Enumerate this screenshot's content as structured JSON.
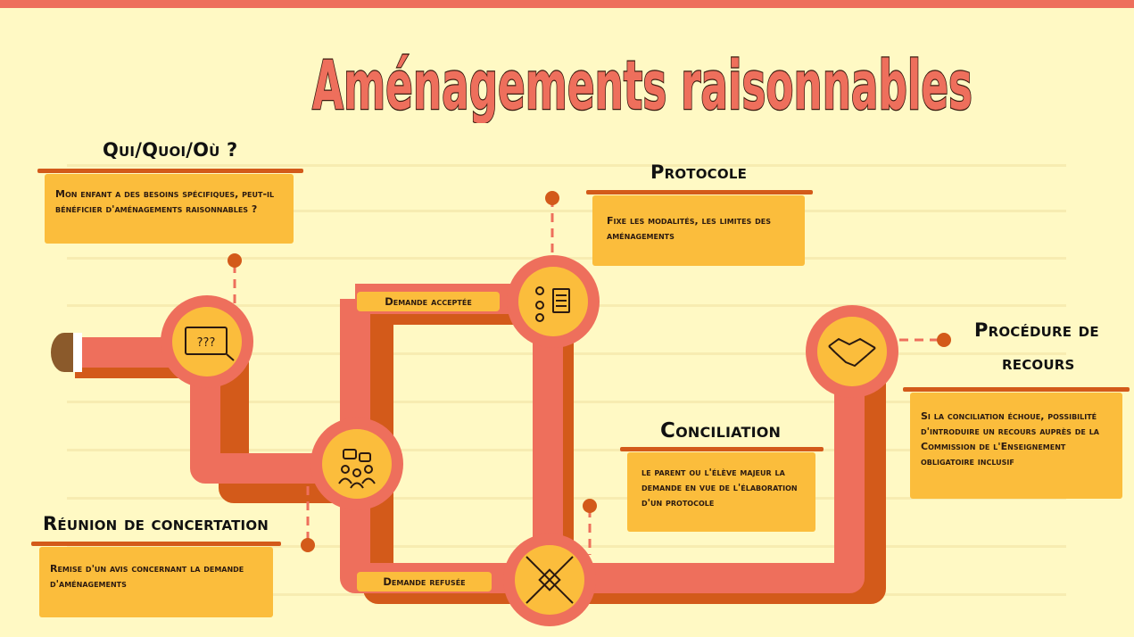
{
  "title": "Aménagements raisonnables",
  "nodes": {
    "qui": {
      "heading": "Qui/Quoi/Où ?",
      "text": "Mon enfant a des besoins spécifiques, peut-il bénéficier d'aménagements raisonnables ?",
      "icon": "question-board-icon"
    },
    "reunion": {
      "heading": "Réunion de concertation",
      "text": "Remise d'un avis concernant la demande d'aménagements",
      "icon": "meeting-people-icon"
    },
    "protocole": {
      "heading": "Protocole",
      "text": "Fixe les modalités, les limites des aménagements",
      "icon": "protocol-document-icon"
    },
    "conciliation": {
      "heading": "Conciliation",
      "text": "le parent ou l'élève majeur la demande en vue de l'élaboration d'un protocole",
      "icon": "crossroads-icon"
    },
    "recours": {
      "heading_line1": "Procédure de",
      "heading_line2": "recours",
      "text": "Si la conciliation échoue, possibilité d'introduire un recours auprès de la Commission de l'Enseignement obligatoire inclusif",
      "icon": "handshake-icon"
    }
  },
  "labels": {
    "accepted": "Demande acceptée",
    "refused": "Demande refusée"
  },
  "colors": {
    "background": "#fff9c4",
    "path": "#ee6f5c",
    "path_shadow": "#d35a1a",
    "box": "#fbbd3c",
    "title": "#ee6f5c"
  }
}
